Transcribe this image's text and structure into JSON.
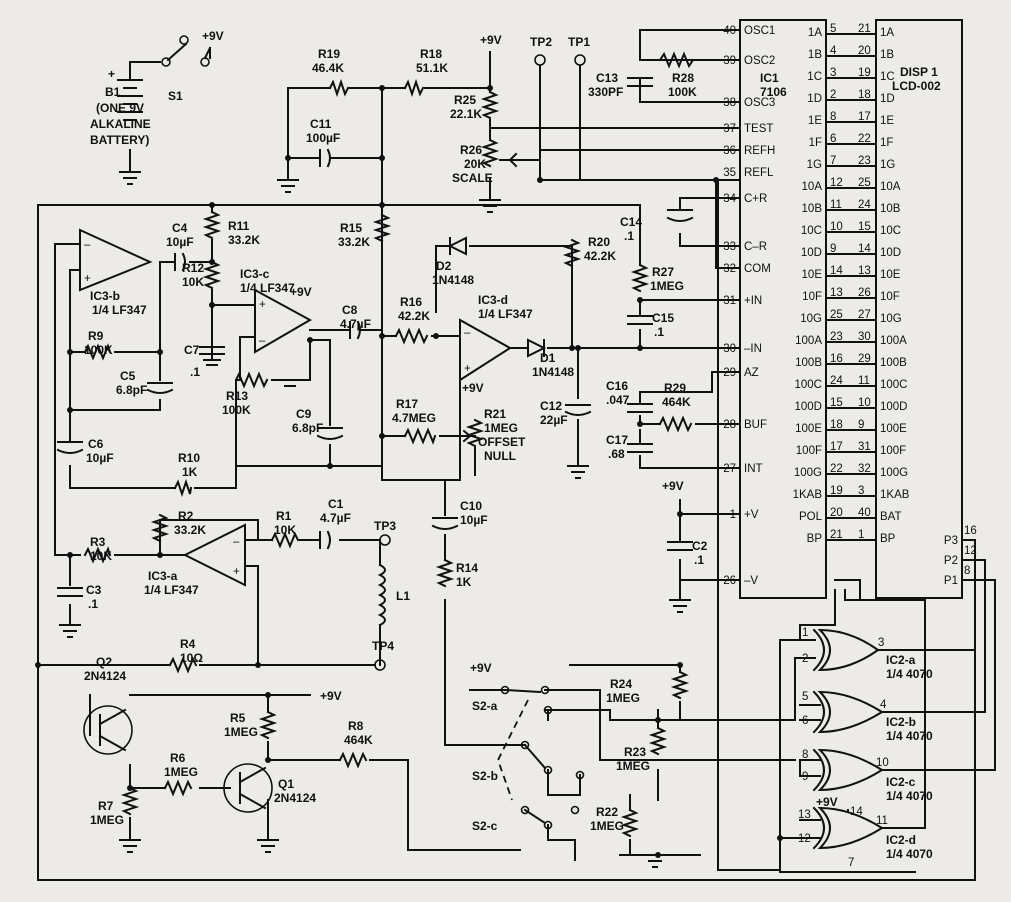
{
  "labels": {
    "battery_polarity": "+",
    "b1": "B1",
    "b1_line1": "(ONE 9V",
    "b1_line2": "ALKALINE",
    "b1_line3": "BATTERY)",
    "s1": "S1",
    "plus9v": "+9V",
    "r19": "R19",
    "r19_val": "46.4K",
    "r18": "R18",
    "r18_val": "51.1K",
    "tp1": "TP1",
    "tp2": "TP2",
    "tp3": "TP3",
    "tp4": "TP4",
    "r25": "R25",
    "r25_val": "22.1K",
    "r26": "R26",
    "r26_val": "20K",
    "scale": "SCALE",
    "c11": "C11",
    "c11_val": "100µF",
    "c13": "C13",
    "c13_val": "330PF",
    "r28": "R28",
    "r28_val": "100K",
    "r11": "R11",
    "r11_val": "33.2K",
    "c4": "C4",
    "c4_val": "10µF",
    "r15": "R15",
    "r15_val": "33.2K",
    "r20": "R20",
    "r20_val": "42.2K",
    "c14": "C14",
    "c14_val": ".1",
    "d2": "D2",
    "d2_part": "1N4148",
    "r27": "R27",
    "r27_val": "1MEG",
    "c15": "C15",
    "c15_val": ".1",
    "r12": "R12",
    "r12_val": "10K",
    "ic3c": "IC3-c",
    "ic3b": "IC3-b",
    "ic3d": "IC3-d",
    "ic3a": "IC3-a",
    "quarter_lf347": "1/4 LF347",
    "c8": "C8",
    "c8_val": "4.7µF",
    "r16": "R16",
    "r16_val": "42.2K",
    "r9": "R9",
    "r9_val": "100K",
    "c7": "C7",
    "c7_val": ".1",
    "c5": "C5",
    "c5_val": "6.8pF",
    "r13": "R13",
    "r13_val": "100K",
    "d1": "D1",
    "d1_part": "1N4148",
    "r17": "R17",
    "r17_val": "4.7MEG",
    "r21": "R21",
    "r21_val": "1MEG",
    "offset": "OFFSET",
    "null": "NULL",
    "c12": "C12",
    "c12_val": "22µF",
    "c16": "C16",
    "c16_val": ".047",
    "r29": "R29",
    "r29_val": "464K",
    "c17": "C17",
    "c17_val": ".68",
    "c9": "C9",
    "c9_val": "6.8pF",
    "c6": "C6",
    "c6_val": "10µF",
    "r10": "R10",
    "r10_val": "1K",
    "r2": "R2",
    "r2_val": "33.2K",
    "r1": "R1",
    "r1_val": "10K",
    "c1": "C1",
    "c1_val": "4.7µF",
    "c10": "C10",
    "c10_val": "10µF",
    "r3": "R3",
    "r3_val": "10K",
    "c3": "C3",
    "c3_val": ".1",
    "r14": "R14",
    "r14_val": "1K",
    "l1": "L1",
    "c2": "C2",
    "c2_val": ".1",
    "r4": "R4",
    "r4_val": "10Ω",
    "q2": "Q2",
    "q1": "Q1",
    "transistor_part": "2N4124",
    "s2a": "S2-a",
    "s2b": "S2-b",
    "s2c": "S2-c",
    "r24": "R24",
    "r24_val": "1MEG",
    "r5": "R5",
    "r5_val": "1MEG",
    "r8": "R8",
    "r8_val": "464K",
    "r23": "R23",
    "r23_val": "1MEG",
    "r6": "R6",
    "r6_val": "1MEG",
    "r7": "R7",
    "r7_val": "1MEG",
    "r22": "R22",
    "r22_val": "1MEG",
    "ic2a": "IC2-a",
    "ic2b": "IC2-b",
    "ic2c": "IC2-c",
    "ic2d": "IC2-d",
    "quarter_4070": "1/4 4070"
  },
  "ic1": {
    "name": "IC1",
    "part": "7106",
    "left_pins": [
      {
        "num": "40",
        "name": "OSC1"
      },
      {
        "num": "39",
        "name": "OSC2"
      },
      {
        "num": "38",
        "name": "OSC3"
      },
      {
        "num": "37",
        "name": "TEST"
      },
      {
        "num": "36",
        "name": "REFH"
      },
      {
        "num": "35",
        "name": "REFL"
      },
      {
        "num": "34",
        "name": "C+R"
      },
      {
        "num": "33",
        "name": "C–R"
      },
      {
        "num": "32",
        "name": "COM"
      },
      {
        "num": "31",
        "name": "+IN"
      },
      {
        "num": "30",
        "name": "–IN"
      },
      {
        "num": "29",
        "name": "AZ"
      },
      {
        "num": "28",
        "name": "BUF"
      },
      {
        "num": "27",
        "name": "INT"
      },
      {
        "num": "1",
        "name": "+V"
      },
      {
        "num": "26",
        "name": "–V"
      }
    ],
    "right_pins": [
      {
        "num": "5",
        "name": "1A"
      },
      {
        "num": "4",
        "name": "1B"
      },
      {
        "num": "3",
        "name": "1C"
      },
      {
        "num": "2",
        "name": "1D"
      },
      {
        "num": "8",
        "name": "1E"
      },
      {
        "num": "6",
        "name": "1F"
      },
      {
        "num": "7",
        "name": "1G"
      },
      {
        "num": "12",
        "name": "10A"
      },
      {
        "num": "11",
        "name": "10B"
      },
      {
        "num": "10",
        "name": "10C"
      },
      {
        "num": "9",
        "name": "10D"
      },
      {
        "num": "14",
        "name": "10E"
      },
      {
        "num": "13",
        "name": "10F"
      },
      {
        "num": "25",
        "name": "10G"
      },
      {
        "num": "23",
        "name": "100A"
      },
      {
        "num": "16",
        "name": "100B"
      },
      {
        "num": "24",
        "name": "100C"
      },
      {
        "num": "15",
        "name": "100D"
      },
      {
        "num": "18",
        "name": "100E"
      },
      {
        "num": "17",
        "name": "100F"
      },
      {
        "num": "22",
        "name": "100G"
      },
      {
        "num": "19",
        "name": "1KAB"
      },
      {
        "num": "20",
        "name": "POL"
      },
      {
        "num": "21",
        "name": "BP"
      }
    ]
  },
  "disp1": {
    "name": "DISP 1",
    "part": "LCD-002",
    "left_pins": [
      {
        "num": "21",
        "name": "1A"
      },
      {
        "num": "20",
        "name": "1B"
      },
      {
        "num": "19",
        "name": "1C"
      },
      {
        "num": "18",
        "name": "1D"
      },
      {
        "num": "17",
        "name": "1E"
      },
      {
        "num": "22",
        "name": "1F"
      },
      {
        "num": "23",
        "name": "1G"
      },
      {
        "num": "25",
        "name": "10A"
      },
      {
        "num": "24",
        "name": "10B"
      },
      {
        "num": "15",
        "name": "10C"
      },
      {
        "num": "14",
        "name": "10D"
      },
      {
        "num": "13",
        "name": "10E"
      },
      {
        "num": "26",
        "name": "10F"
      },
      {
        "num": "27",
        "name": "10G"
      },
      {
        "num": "30",
        "name": "100A"
      },
      {
        "num": "29",
        "name": "100B"
      },
      {
        "num": "11",
        "name": "100C"
      },
      {
        "num": "10",
        "name": "100D"
      },
      {
        "num": "9",
        "name": "100E"
      },
      {
        "num": "31",
        "name": "100F"
      },
      {
        "num": "32",
        "name": "100G"
      },
      {
        "num": "3",
        "name": "1KAB"
      },
      {
        "num": "40",
        "name": "BAT"
      },
      {
        "num": "1",
        "name": "BP"
      }
    ],
    "right_pins": [
      {
        "num": "16",
        "name": "P3"
      },
      {
        "num": "12",
        "name": "P2"
      },
      {
        "num": "8",
        "name": "P1"
      }
    ]
  }
}
